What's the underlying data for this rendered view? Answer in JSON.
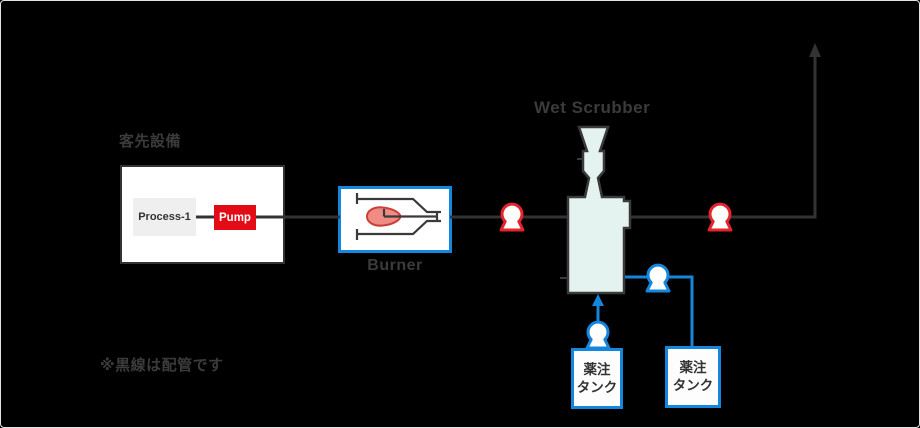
{
  "labels": {
    "customer_facility": "客先設備",
    "process": "Process-1",
    "pump": "Pump",
    "burner": "Burner",
    "wet_scrubber": "Wet Scrubber",
    "tank_left": "薬注\nタンク",
    "tank_right": "薬注\nタンク",
    "note": "※黒線は配管です"
  },
  "icons": {
    "up_arrow_icon": "▲",
    "pump_icon": "circle-with-skirt pump/blower symbol",
    "flame_icon": "burner flame"
  },
  "colors": {
    "background": "#000000",
    "pipe_dark": "#333333",
    "text_dark": "#3b3b3b",
    "accent_blue": "#1487dd",
    "accent_red": "#e5242c",
    "pump_box_red": "#e30b16",
    "process_box_fill": "#efefef",
    "box_border_dark": "#333333",
    "scrubber_fill": "#e4f3f0"
  }
}
